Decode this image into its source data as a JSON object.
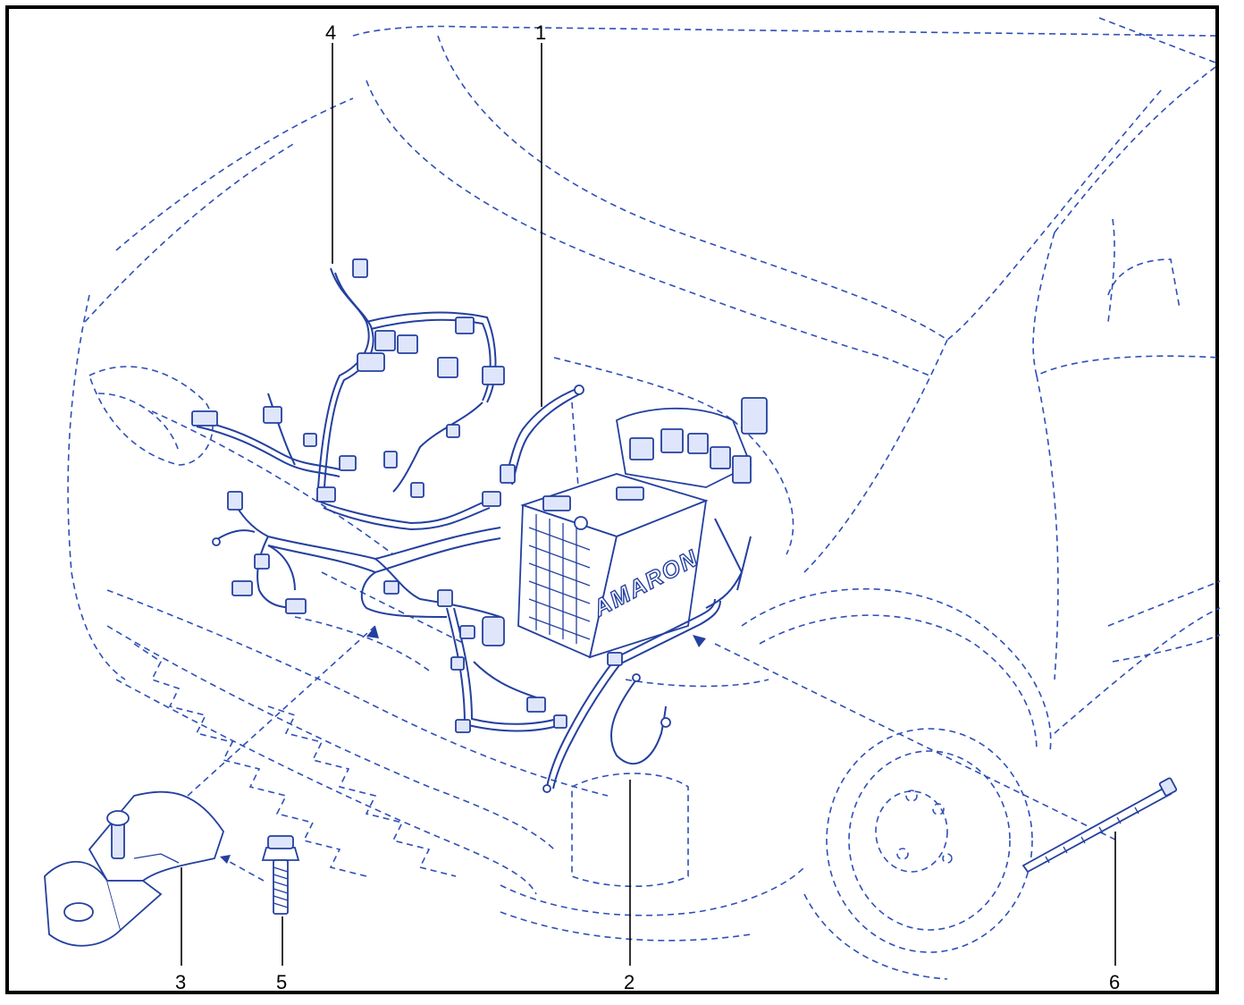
{
  "callouts": [
    {
      "id": "1",
      "label": "1"
    },
    {
      "id": "2",
      "label": "2"
    },
    {
      "id": "3",
      "label": "3"
    },
    {
      "id": "4",
      "label": "4"
    },
    {
      "id": "5",
      "label": "5"
    },
    {
      "id": "6",
      "label": "6"
    }
  ],
  "battery": {
    "brand": "AMARON"
  },
  "colors": {
    "line": "#24409f",
    "dash": "#2e4fb8",
    "frame": "#000000",
    "fill": "#dfe6fb"
  }
}
